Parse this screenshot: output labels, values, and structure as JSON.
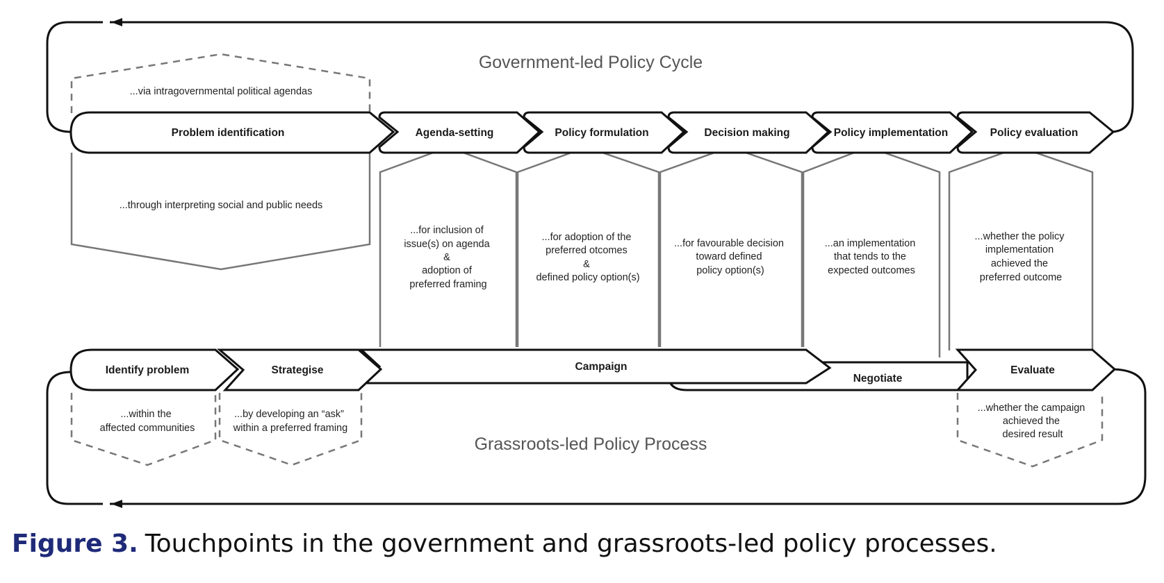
{
  "colors": {
    "line": "#111111",
    "grey_line": "#777777",
    "caption_accent": "#1f2a78"
  },
  "government": {
    "title": "Government-led Policy Cycle",
    "stages": [
      {
        "label": "Problem identification"
      },
      {
        "label": "Agenda-setting"
      },
      {
        "label": "Policy formulation"
      },
      {
        "label": "Decision making"
      },
      {
        "label": "Policy implementation"
      },
      {
        "label": "Policy evaluation"
      }
    ],
    "via_note": "...via intragovernmental political agendas",
    "interpret_note": "...through interpreting social and public needs"
  },
  "touchpoints": [
    {
      "lines": [
        "...for inclusion of",
        "issue(s) on agenda",
        "&",
        "adoption of",
        "preferred framing"
      ]
    },
    {
      "lines": [
        "...for adoption of the",
        "preferred otcomes",
        "&",
        "defined policy option(s)"
      ]
    },
    {
      "lines": [
        "...for favourable decision",
        "toward defined",
        "policy option(s)"
      ]
    },
    {
      "lines": [
        "...an implementation",
        "that tends to the",
        "expected outcomes"
      ]
    },
    {
      "lines": [
        "...whether the policy",
        "implementation",
        "achieved the",
        "preferred outcome"
      ]
    }
  ],
  "grassroots": {
    "title": "Grassroots-led Policy Process",
    "stages": [
      {
        "label": "Identify problem"
      },
      {
        "label": "Strategise"
      },
      {
        "label": "Campaign"
      },
      {
        "label": "Negotiate"
      },
      {
        "label": "Evaluate"
      }
    ],
    "notes": [
      {
        "lines": [
          "...within the",
          "affected communities"
        ]
      },
      {
        "lines": [
          "...by developing an “ask”",
          "within a preferred framing"
        ]
      },
      {
        "lines": [
          "...whether the campaign",
          "achieved the",
          "desired result"
        ]
      }
    ]
  },
  "caption": {
    "label": "Figure 3.",
    "text": "Touchpoints in the government and grassroots-led policy processes."
  }
}
